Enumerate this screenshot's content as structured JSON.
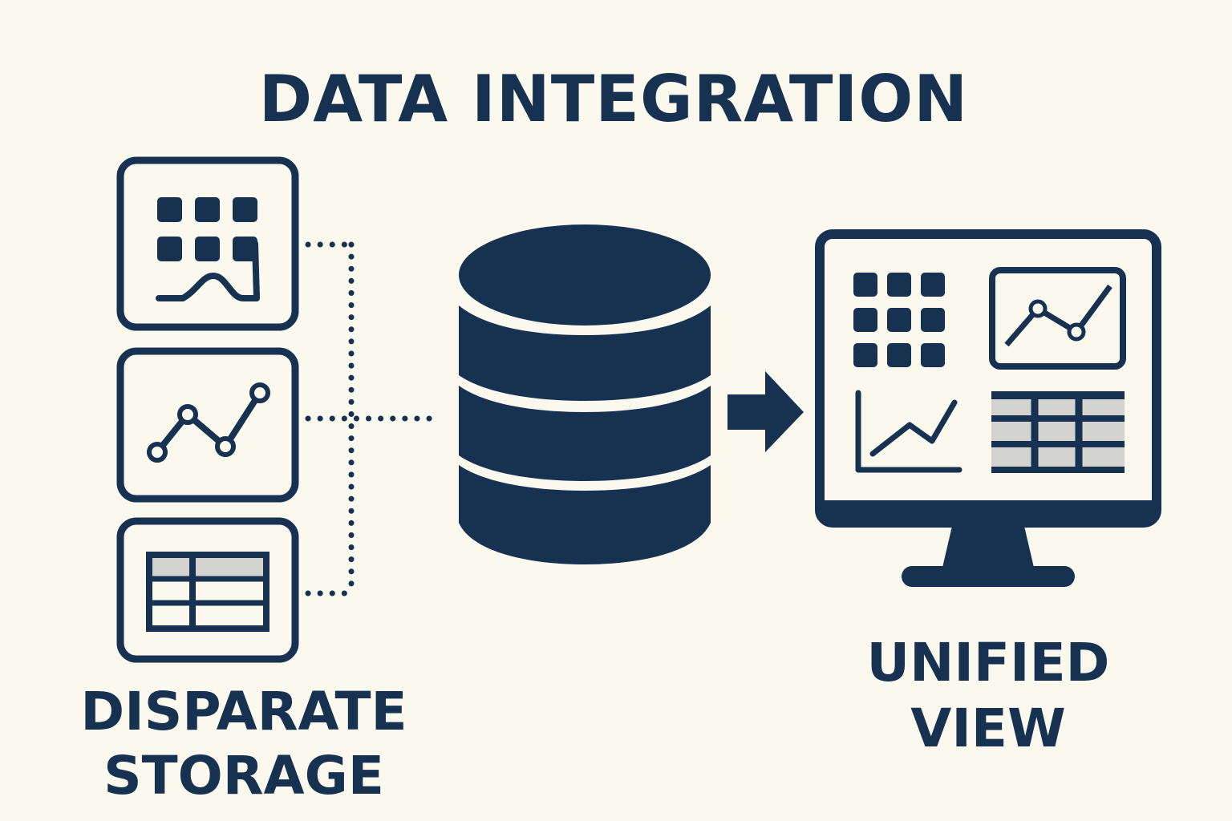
{
  "title": "DATA INTEGRATION",
  "sources": {
    "label_line1": "DISPARATE",
    "label_line2": "STORAGE"
  },
  "destination": {
    "label_line1": "UNIFIED",
    "label_line2": "VIEW"
  },
  "colors": {
    "ink": "#163250",
    "background": "#fbf8ee",
    "table_header_fill": "#d3d3d0"
  },
  "icons": {
    "source_1": "grid-with-wave-icon",
    "source_2": "line-chart-icon",
    "source_3": "table-icon",
    "hub": "database-icon",
    "arrow": "arrow-right-icon",
    "target": "monitor-dashboard-icon"
  }
}
